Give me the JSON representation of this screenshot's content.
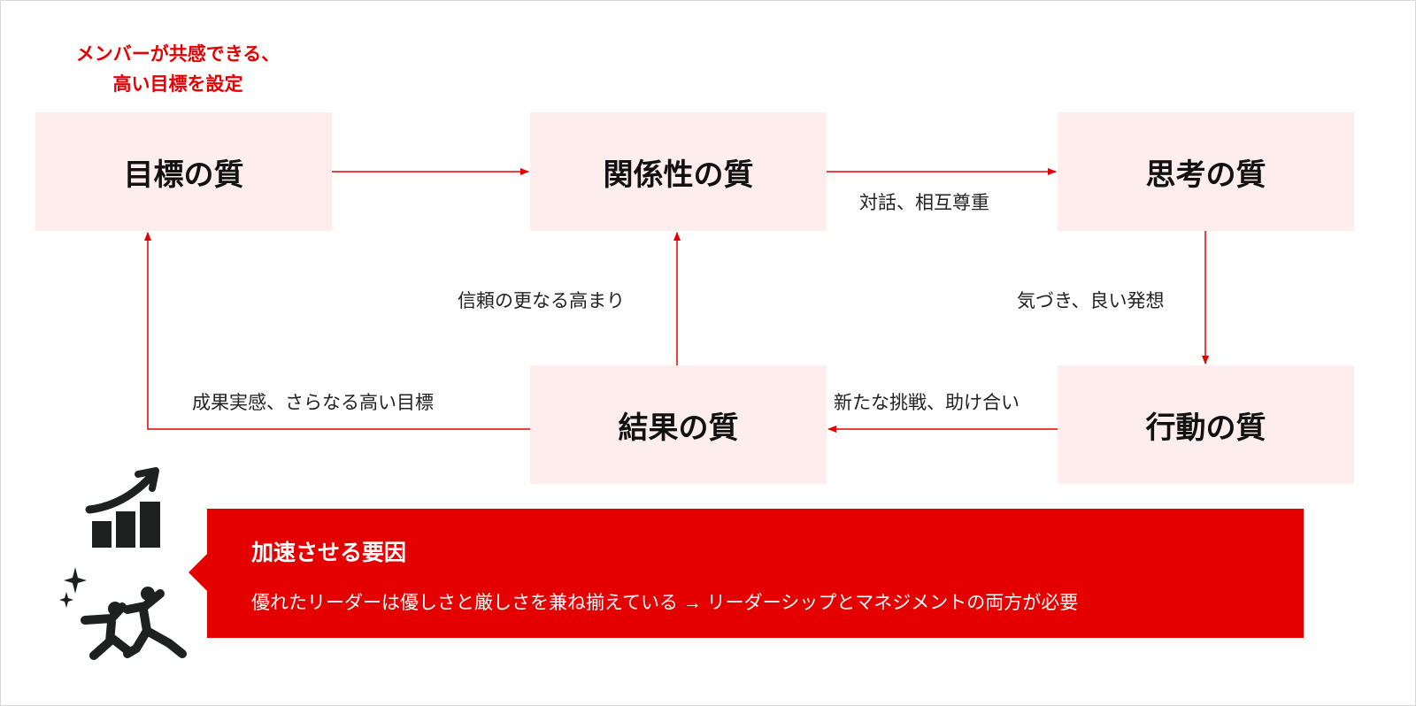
{
  "goal_note": [
    "メンバーが共感できる、",
    "高い目標を設定"
  ],
  "boxes": {
    "goal": "目標の質",
    "relation": "関係性の質",
    "thinking": "思考の質",
    "action": "行動の質",
    "result": "結果の質"
  },
  "labels": {
    "relation_to_thinking": "対話、相互尊重",
    "thinking_to_action": "気づき、良い発想",
    "action_to_result": "新たな挑戦、助け合い",
    "result_to_relation": "信頼の更なる高まり",
    "result_to_goal": "成果実感、さらなる高い目標"
  },
  "banner": {
    "title": "加速させる要因",
    "body": "優れたリーダーは優しさと厳しさを兼ね揃えている → リーダーシップとマネジメントの両方が必要"
  },
  "colors": {
    "accent": "#e50000",
    "box": "#fdeded"
  }
}
